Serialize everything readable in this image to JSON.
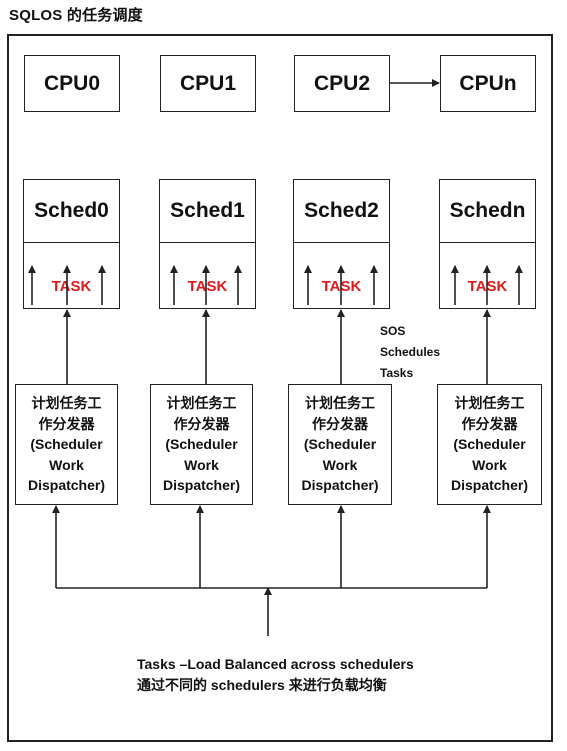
{
  "title": "SQLOS 的任务调度",
  "cpus": [
    "CPU0",
    "CPU1",
    "CPU2",
    "CPUn"
  ],
  "schedulers": [
    "Sched0",
    "Sched1",
    "Sched2",
    "Schedn"
  ],
  "task_label": "TASK",
  "dispatcher": {
    "line1": "计划任务工",
    "line2": "作分发器",
    "line3": "(Scheduler",
    "line4": "Work",
    "line5": "Dispatcher)"
  },
  "sos_note": [
    "SOS",
    "Schedules",
    "Tasks"
  ],
  "bottom_text": {
    "line1": "Tasks –Load Balanced across schedulers",
    "line2": "通过不同的 schedulers 来进行负载均衡"
  },
  "colors": {
    "task": "#e01a1a",
    "stroke": "#222222"
  }
}
